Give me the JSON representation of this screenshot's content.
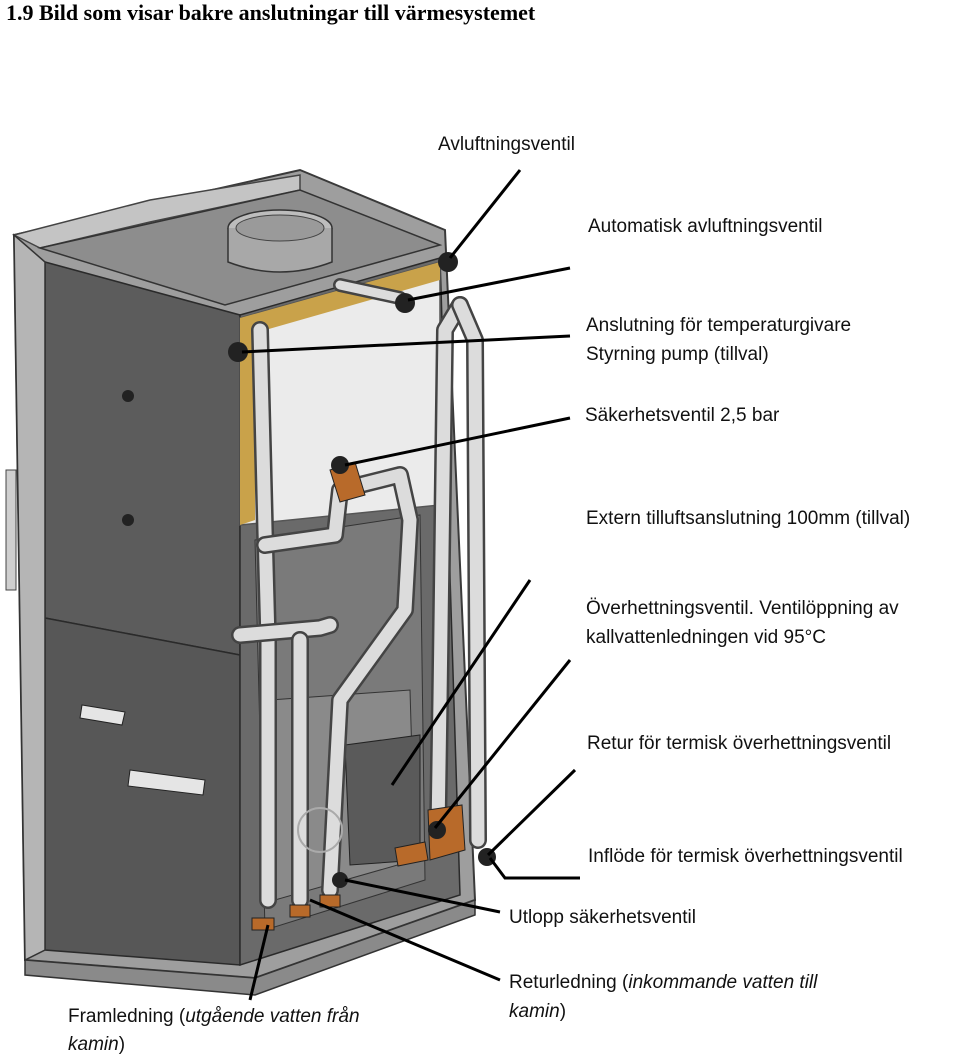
{
  "title": "1.9 Bild som visar bakre anslutningar till värmesystemet",
  "labels": {
    "avluftningsventil": "Avluftningsventil",
    "automatisk": "Automatisk avluftningsventil",
    "temp_line1": "Anslutning för temperaturgivare",
    "temp_line2": "Styrning pump (tillval)",
    "sakerhet": "Säkerhetsventil 2,5 bar",
    "extern": "Extern tilluftsanslutning 100mm (tillval)",
    "overhett_line1": "Överhettningsventil. Ventilöppning av",
    "overhett_line2": "kallvattenledningen vid 95°C",
    "retur_termisk": "Retur för termisk överhettningsventil",
    "inflode": "Inflöde för termisk överhettningsventil",
    "utlopp": "Utlopp säkerhetsventil",
    "returledning_a": "Returledning (",
    "returledning_b": "inkommande vatten till",
    "returledning_c": "kamin",
    "returledning_d": ")",
    "framledning_a": "Framledning (",
    "framledning_b": "utgående vatten från",
    "framledning_c": "kamin",
    "framledning_d": ")"
  },
  "colors": {
    "body": "#5f5f5f",
    "frame": "#a9a9a9",
    "insulation": "#ececec",
    "insulation_edge": "#c9a24a",
    "pipe": "#dcdcdc",
    "valve": "#b86a2a"
  }
}
